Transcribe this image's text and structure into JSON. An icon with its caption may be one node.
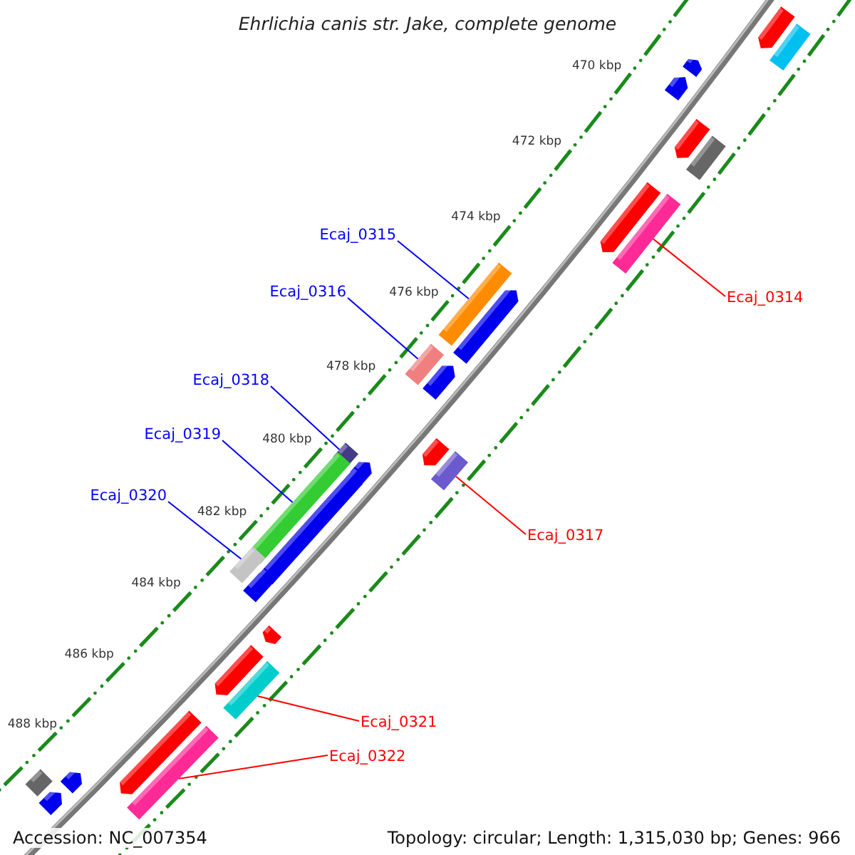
{
  "diagram": {
    "title": "Ehrlichia canis str. Jake, complete genome",
    "nodes": [
      {
        "text": [
          "Ecaj_0315"
        ]
      },
      {
        "text": [
          "Ecaj_0316"
        ]
      },
      {
        "text": [
          "Ecaj_0314"
        ]
      },
      {
        "text": [
          "Ecaj_0318"
        ]
      },
      {
        "text": [
          "Ecaj_0317"
        ]
      },
      {
        "text": [
          "Ecaj_0319"
        ]
      },
      {
        "text": [
          "Ecaj_0320"
        ]
      },
      {
        "text": [
          "Ecaj_0321"
        ]
      },
      {
        "text": [
          "Ecaj_0322"
        ]
      },
      {
        "text": [],
        "shape": "bar"
      },
      {
        "text": [],
        "shape": "bar"
      },
      {
        "text": [],
        "shape": "bar"
      },
      {
        "text": [],
        "shape": "bar"
      },
      {
        "text": [],
        "shape": "bar"
      },
      {
        "text": [],
        "shape": "bar"
      },
      {
        "text": [],
        "shape": "bar"
      },
      {
        "text": [],
        "shape": "bar"
      },
      {
        "text": [],
        "shape": "bar"
      }
    ],
    "edges": [
      {
        "from": 0,
        "to": 10,
        "arrow": "none"
      },
      {
        "from": 1,
        "to": 11,
        "arrow": "none"
      },
      {
        "from": 2,
        "to": 9,
        "arrow": "none",
        "color": "#ff0000"
      },
      {
        "from": 3,
        "to": 12,
        "arrow": "none"
      },
      {
        "from": 4,
        "to": 13,
        "arrow": "none",
        "color": "#ff0000"
      },
      {
        "from": 5,
        "to": 14,
        "arrow": "none"
      },
      {
        "from": 6,
        "to": 15,
        "arrow": "none"
      },
      {
        "from": 7,
        "to": 16,
        "arrow": "none",
        "color": "#ff0000"
      },
      {
        "from": 8,
        "to": 17,
        "arrow": "none",
        "color": "#ff0000"
      }
    ],
    "labels": [
      "470 kbp",
      "472 kbp",
      "474 kbp",
      "476 kbp",
      "478 kbp",
      "480 kbp",
      "482 kbp",
      "484 kbp",
      "486 kbp",
      "488 kbp",
      "Accession: NC_007354",
      "Topology: circular; Length: 1,315,030 bp; Genes: 966"
    ]
  }
}
